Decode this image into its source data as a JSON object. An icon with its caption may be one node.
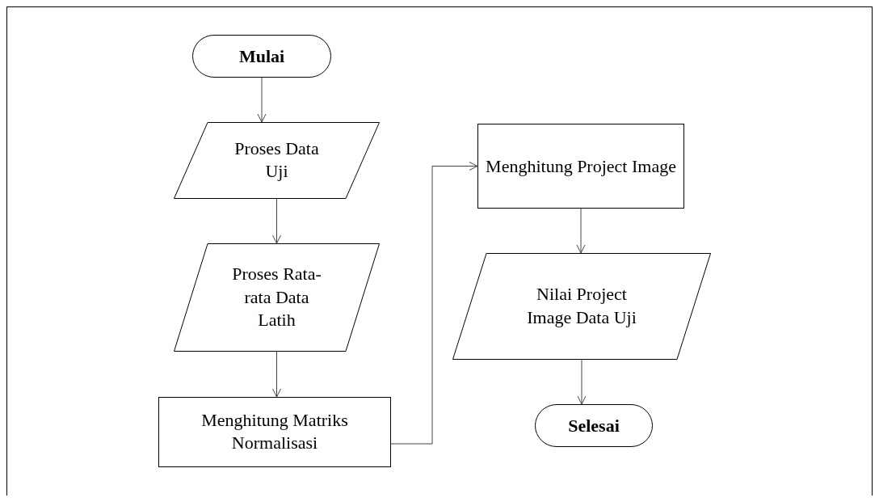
{
  "diagram": {
    "nodes": [
      {
        "text": [
          "Mulai"
        ]
      },
      {
        "text": [
          "Proses Data Uji"
        ]
      },
      {
        "text": [
          "Proses Rata-rata Data Latih"
        ]
      },
      {
        "text": [
          "Menghitung Matriks Normalisasi"
        ]
      },
      {
        "text": [
          "Menghitung Project Image"
        ]
      },
      {
        "text": [
          "Nilai Project Image Data Uji"
        ]
      },
      {
        "text": [
          "Selesai"
        ]
      }
    ],
    "edges": [
      {
        "from": 0,
        "to": 1,
        "arrow": "to"
      },
      {
        "from": 1,
        "to": 2,
        "arrow": "to"
      },
      {
        "from": 2,
        "to": 3,
        "arrow": "to"
      },
      {
        "from": 3,
        "to": 4,
        "arrow": "to"
      },
      {
        "from": 4,
        "to": 5,
        "arrow": "to"
      },
      {
        "from": 5,
        "to": 6,
        "arrow": "to"
      }
    ]
  }
}
